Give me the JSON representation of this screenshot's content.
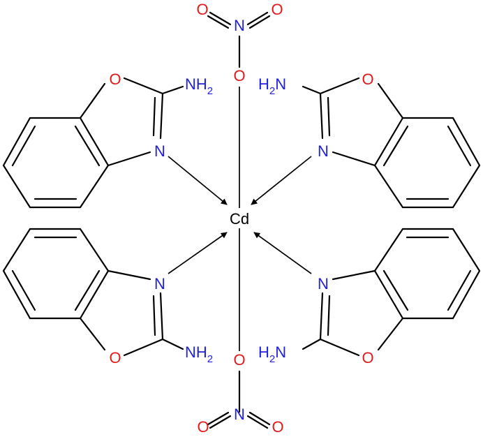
{
  "colors": {
    "bond": "#000000",
    "metal": "#000000",
    "nitrogen": "#1f1fe0",
    "oxygen": "#e01b1b"
  },
  "metal": {
    "symbol": "Cd"
  },
  "ligands": [
    {
      "ring_n": "N",
      "ring_o": "O",
      "amine": "NH",
      "amine_sub": "2"
    },
    {
      "ring_n": "N",
      "ring_o": "O",
      "amine": "H",
      "amine_sub": "2",
      "amine_tail": "N"
    },
    {
      "ring_n": "N",
      "ring_o": "O",
      "amine": "NH",
      "amine_sub": "2"
    },
    {
      "ring_n": "N",
      "ring_o": "O",
      "amine": "H",
      "amine_sub": "2",
      "amine_tail": "N"
    }
  ],
  "nitrates": [
    {
      "o_coord": "O",
      "n": "N",
      "o1": "O",
      "o2": "O"
    },
    {
      "o_coord": "O",
      "n": "N",
      "o1": "O",
      "o2": "O"
    }
  ]
}
